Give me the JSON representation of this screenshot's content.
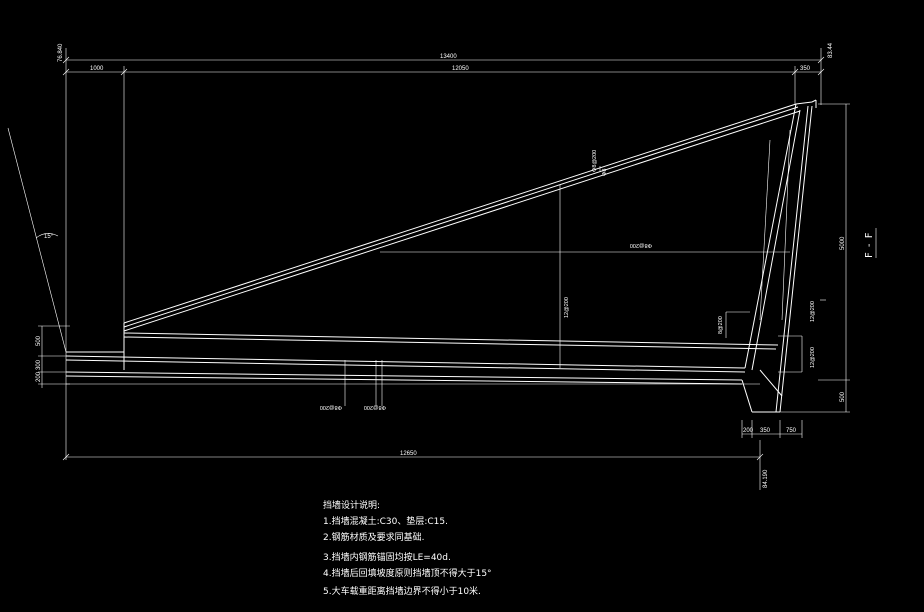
{
  "drawing": {
    "section_label": "F - F",
    "dimensions": {
      "top_left_elev": "76.840",
      "top_right_elev": "83.44",
      "total_top": "13400",
      "left_offset": "1000",
      "middle_span": "12050",
      "right_wall": "350",
      "right_height": "5000",
      "left_h1": "500",
      "left_h2": "300",
      "left_h3": "200",
      "bottom_total": "12650",
      "bottom_elev": "84.190",
      "base_w1": "200",
      "base_w2": "350",
      "base_w3": "750",
      "base_h": "500",
      "angle": "15°"
    },
    "rebar_labels": {
      "top_slope": "Φ8@200",
      "top_slope_2": "Φ8",
      "horizontal": "Φ8@200",
      "vertical_mid": "12@200",
      "wall_left": "8@200",
      "wall_right1": "12@200",
      "wall_right2": "12@200",
      "bottom1": "Φ8@200",
      "bottom2": "Φ8@200"
    },
    "notes": {
      "title": "挡墙设计说明:",
      "items": [
        "1.挡墙混凝土:C30、垫层:C15.",
        "2.钢筋材质及要求同基础.",
        "3.挡墙内钢筋锚固均按LE=40d.",
        "4.挡墙后回填坡度原则挡墙顶不得大于15°",
        "5.大车载重距离挡墙边界不得小于10米."
      ]
    }
  }
}
